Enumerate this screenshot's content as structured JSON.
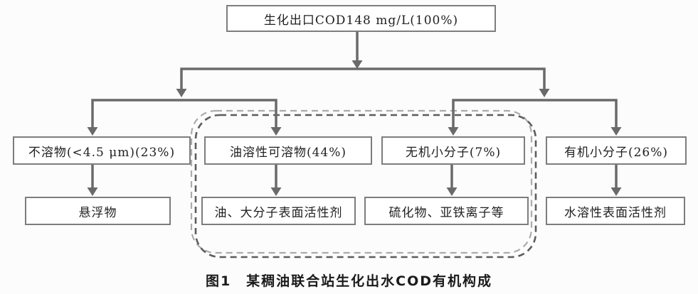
{
  "figure": {
    "root": {
      "label": "生化出口COD148 mg/L(100%)"
    },
    "level2": [
      {
        "label": "不溶物(<4.5 μm)(23%)"
      },
      {
        "label": "油溶性可溶物(44%)"
      },
      {
        "label": "无机小分子(7%)"
      },
      {
        "label": "有机小分子(26%)"
      }
    ],
    "level3": [
      {
        "label": "悬浮物"
      },
      {
        "label": "油、大分子表面活性剂"
      },
      {
        "label": "硫化物、亚铁离子等"
      },
      {
        "label": "水溶性表面活性剂"
      }
    ],
    "caption": "图1　某稠油联合站生化出水COD有机构成"
  },
  "colors": {
    "connector": "#6a6a6a",
    "box_border": "#7d7d7d",
    "text": "#1f1f1f",
    "dashed_group_light": "#ababab",
    "dashed_group_dark": "#5c5c5c",
    "background": "#fcfcfc"
  }
}
